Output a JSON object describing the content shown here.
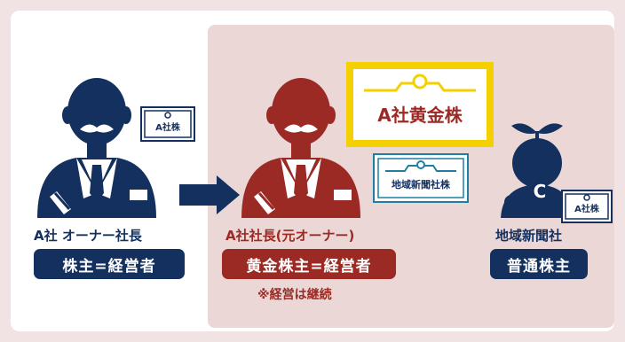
{
  "colors": {
    "navy": "#13305f",
    "red": "#9b2a25",
    "gold": "#f5d000",
    "teal": "#1f7fa3",
    "panel": "#ebd7d5"
  },
  "owner": {
    "label": "A社 オーナー社長",
    "role": "株主=経営者",
    "cert": "A社株"
  },
  "president": {
    "label": "A社社長(元オーナー)",
    "role": "黄金株主=経営者",
    "note": "※経営は継続",
    "golden_cert": "A社黄金株",
    "local_cert": "地域新聞社株"
  },
  "newspaper": {
    "label": "地域新聞社",
    "role": "普通株主",
    "badge": "C",
    "cert": "A社株"
  }
}
